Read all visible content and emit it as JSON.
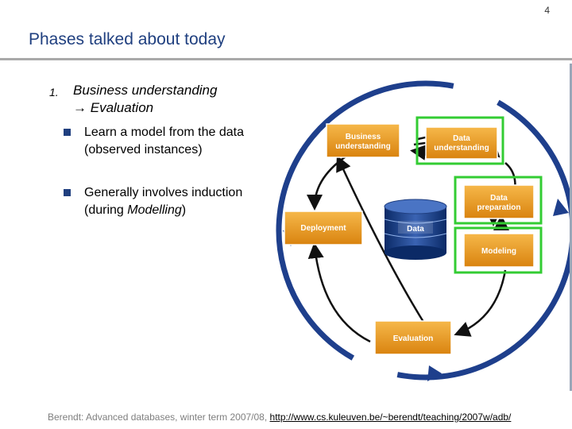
{
  "slide": {
    "number": "4",
    "title": "Phases talked about today"
  },
  "item1": {
    "number": "1.",
    "line1": "Business understanding",
    "arrow": "→",
    "line2": "Evaluation"
  },
  "bullets": [
    {
      "text": "Learn a model from the data (observed instances)"
    },
    {
      "text_prefix": "Generally involves induction (during ",
      "text_em": "Modelling",
      "text_suffix": ")"
    }
  ],
  "diagram": {
    "boxes": {
      "business": [
        "Business",
        "understanding"
      ],
      "data_understanding": [
        "Data",
        "understanding"
      ],
      "data_preparation": [
        "Data",
        "preparation"
      ],
      "modeling": "Modeling",
      "deployment": "Deployment",
      "evaluation": "Evaluation",
      "data_center": "Data"
    },
    "colors": {
      "box": "#e89a1e",
      "highlight": "#33cc33",
      "cycle": "#1e3f8c"
    }
  },
  "footer": {
    "text": "Berendt: Advanced databases, winter term 2007/08, ",
    "link": "http://www.cs.kuleuven.be/~berendt/teaching/2007w/adb/"
  }
}
